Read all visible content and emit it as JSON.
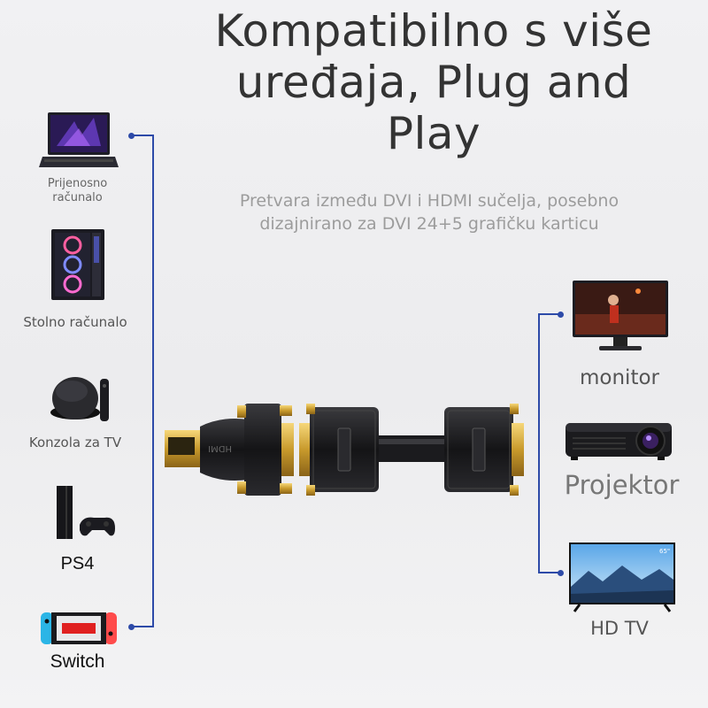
{
  "header": {
    "title_line1": "Kompatibilno s više",
    "title_line2": "uređaja, Plug and",
    "title_line3": "Play",
    "subtitle_line1": "Pretvara između DVI i HDMI sučelja, posebno",
    "subtitle_line2": "dizajnirano za DVI 24+5 grafičku karticu"
  },
  "left_devices": [
    {
      "label_line1": "Prijenosno",
      "label_line2": "računalo",
      "icon": "laptop-icon"
    },
    {
      "label": "Stolno računalo",
      "icon": "desktop-pc-icon"
    },
    {
      "label": "Konzola za TV",
      "icon": "tv-box-icon"
    },
    {
      "label": "PS4",
      "icon": "ps4-console-icon"
    },
    {
      "label": "Switch",
      "icon": "nintendo-switch-icon"
    }
  ],
  "right_devices": [
    {
      "label": "monitor",
      "icon": "monitor-icon"
    },
    {
      "label": "Projektor",
      "icon": "projector-icon"
    },
    {
      "label": "HD TV",
      "icon": "hd-tv-icon",
      "screen_badge": "65\""
    }
  ],
  "adapter": {
    "engraving": "HDMI"
  },
  "colors": {
    "connector_line": "#2d4aa8",
    "title": "#333333",
    "subtitle": "#9c9c9c"
  }
}
